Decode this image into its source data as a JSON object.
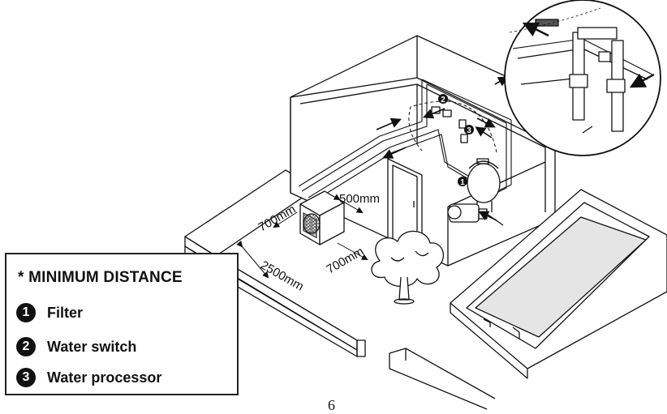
{
  "dimensions": {
    "d500": "500mm",
    "d700a": "700mm",
    "d700b": "700mm",
    "d2500": "2500mm"
  },
  "callouts": [
    "1",
    "2",
    "3"
  ],
  "legend": {
    "title": "* MINIMUM DISTANCE",
    "items": [
      {
        "num": "1",
        "label": "Filter"
      },
      {
        "num": "2",
        "label": "Water switch"
      },
      {
        "num": "3",
        "label": "Water processor"
      }
    ]
  },
  "page_number": "6"
}
